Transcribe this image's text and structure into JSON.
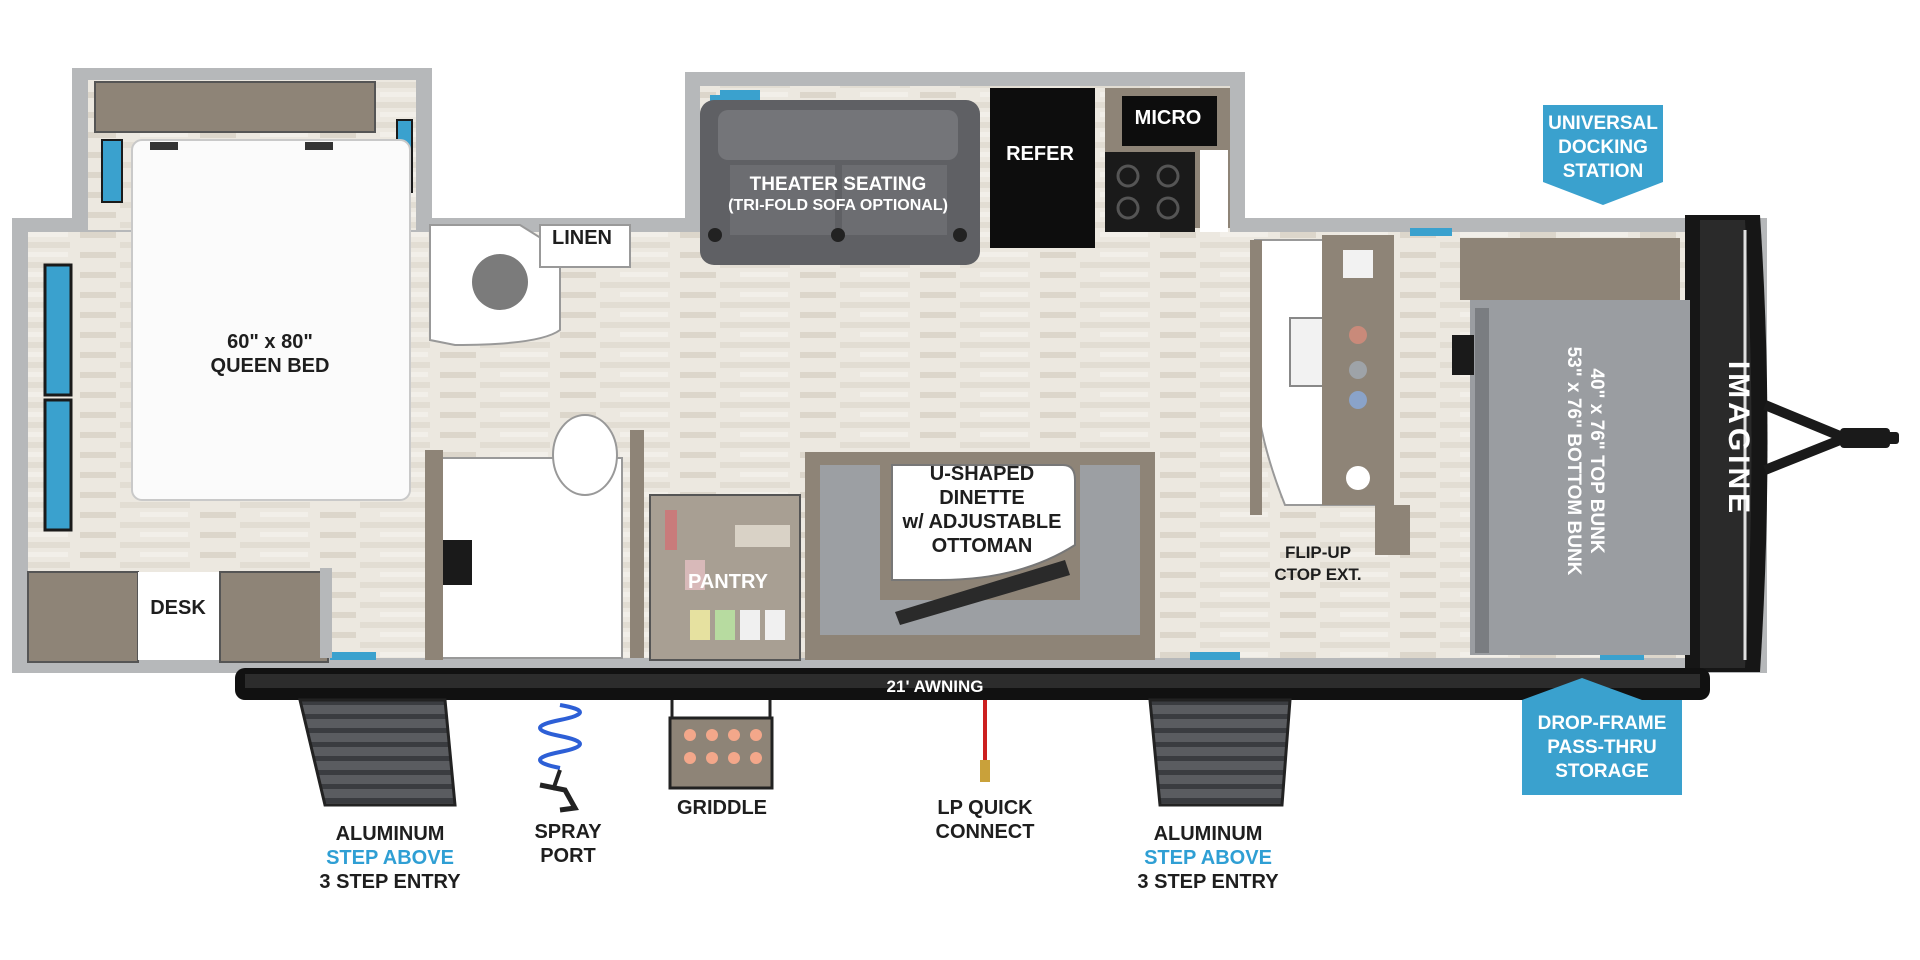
{
  "labels": {
    "queen_bed": [
      "60\" x 80\"",
      "QUEEN BED"
    ],
    "linen": "LINEN",
    "theater_seating": [
      "THEATER SEATING",
      "(TRI-FOLD SOFA OPTIONAL)"
    ],
    "refer": "REFER",
    "micro": "MICRO",
    "desk": "DESK",
    "pantry": "PANTRY",
    "dinette": [
      "U-SHAPED",
      "DINETTE",
      "w/ ADJUSTABLE",
      "OTTOMAN"
    ],
    "flip_up": [
      "FLIP-UP",
      "CTOP EXT."
    ],
    "bunk": [
      "40\" x 76\" TOP BUNK",
      "53\" x 76\" BOTTOM BUNK"
    ],
    "brand_logo": "IMAGINE",
    "awning": "21' AWNING",
    "universal_docking": [
      "UNIVERSAL",
      "DOCKING",
      "STATION"
    ],
    "drop_frame": [
      "DROP-FRAME",
      "PASS-THRU",
      "STORAGE"
    ],
    "step_left": [
      "ALUMINUM",
      "STEP ABOVE",
      "3 STEP ENTRY"
    ],
    "step_right": [
      "ALUMINUM",
      "STEP ABOVE",
      "3 STEP ENTRY"
    ],
    "spray_port": [
      "SPRAY",
      "PORT"
    ],
    "griddle": "GRIDDLE",
    "lp_quick": [
      "LP QUICK",
      "CONNECT"
    ]
  },
  "colors": {
    "wall": "#b6b8ba",
    "floor": "#e8e4dc",
    "cabinet": "#8e8477",
    "window": "#3aa1ce",
    "callout": "#3aa1ce",
    "bunk": "#9a9da1",
    "appliance": "#0d0d0d"
  }
}
